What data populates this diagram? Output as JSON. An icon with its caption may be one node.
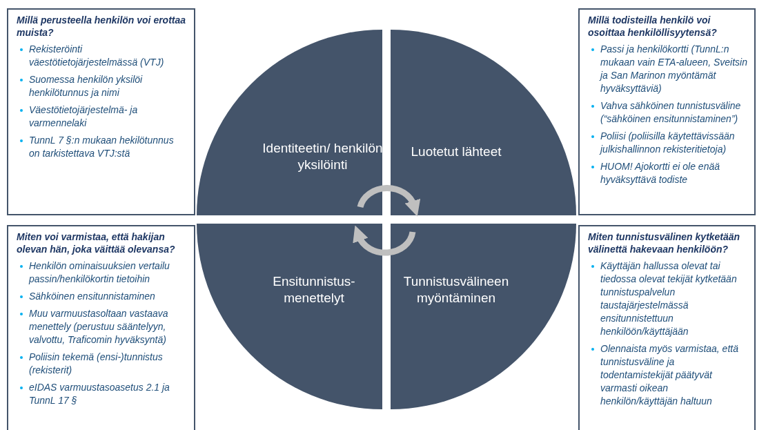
{
  "diagram": {
    "nodes": [
      {
        "text": [
          "Millä perusteella henkilön voi erottaa muista?",
          "Rekisteröinti väestötietojärjestelmässä (VTJ)",
          "Suomessa henkilön yksilöi henkilötunnus ja nimi",
          "Väestötietojärjestelmä- ja varmennelaki",
          "TunnL 7 §:n mukaan hekilötunnus on tarkistettava VTJ:stä"
        ]
      },
      {
        "text": [
          "Identiteetin/ henkilön yksilöinti"
        ]
      },
      {
        "text": [
          "Luotetut lähteet"
        ]
      },
      {
        "text": [
          "Millä todisteilla henkilö voi osoittaa henkilöllisyytensä?",
          "Passi ja henkilökortti (TunnL:n mukaan vain ETA-alueen, Sveitsin ja San Marinon myöntämät hyväksyttäviä)",
          "Vahva sähköinen tunnistusväline (“sähköinen ensitunnistaminen”)",
          "Poliisi (poliisilla käytettävissään julkishallinnon rekisteritietoja)",
          "HUOM! Ajokortti ei ole enää hyväksyttävä todiste"
        ]
      },
      {
        "text": [
          "Miten voi varmistaa, että hakijan olevan hän, joka väittää olevansa?",
          "Henkilön ominaisuuksien vertailu passin/henkilökortin tietoihin",
          "Sähköinen ensitunnistaminen",
          "Muu varmuustasoltaan vastaava menettely (perustuu sääntelyyn, valvottu, Traficomin hyväksyntä)",
          "Poliisin tekemä (ensi-)tunnistus (rekisterit)",
          "eIDAS varmuustasoasetus 2.1 ja TunnL 17 §"
        ]
      },
      {
        "text": [
          "Ensitunnistus- menettelyt"
        ]
      },
      {
        "text": [
          "Tunnistusvälineen myöntäminen"
        ]
      },
      {
        "text": [
          "Miten tunnistusvälinen kytketään välinettä hakevaan henkilöön?",
          "Käyttäjän hallussa olevat tai tiedossa olevat tekijät kytketään tunnistuspalvelun taustajärjestelmässä ensitunnistettuun henkilöön/käyttäjään",
          "Olennaista myös varmistaa, että tunnistusväline ja todentamistekijät päätyvät varmasti oikean henkilön/käyttäjän haltuun"
        ]
      }
    ],
    "edges": [
      {
        "from": 1,
        "to": 2,
        "arrow": "to"
      },
      {
        "from": 6,
        "to": 5,
        "arrow": "to"
      }
    ]
  }
}
